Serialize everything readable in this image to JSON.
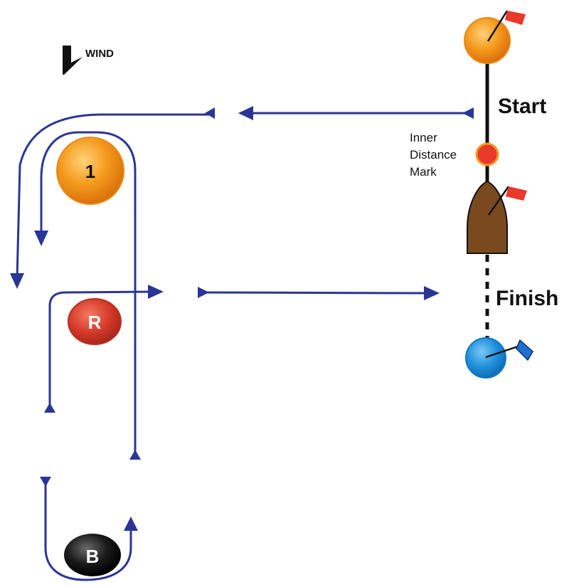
{
  "wind": {
    "label": "WIND",
    "icon": "wind-direction-icon"
  },
  "labels": {
    "start": "Start",
    "finish": "Finish",
    "inner_distance_mark": [
      "Inner",
      "Distance",
      "Mark"
    ]
  },
  "marks": {
    "mark_1": {
      "label": "1",
      "color": "#f59a1c"
    },
    "mark_r": {
      "label": "R",
      "color": "#d63a2a"
    },
    "mark_b": {
      "label": "B",
      "color": "#151515"
    },
    "start_pin": {
      "color": "#f59a1c"
    },
    "inner_distance": {
      "color": "#e8392b"
    },
    "finish_pin": {
      "color": "#1d8fdc"
    }
  },
  "colors": {
    "course_line": "#2a3596",
    "start_flag": "#e8392b",
    "finish_flag": "#1d6fd0",
    "committee_boat": "#7a4a1e",
    "line": "#111111"
  }
}
